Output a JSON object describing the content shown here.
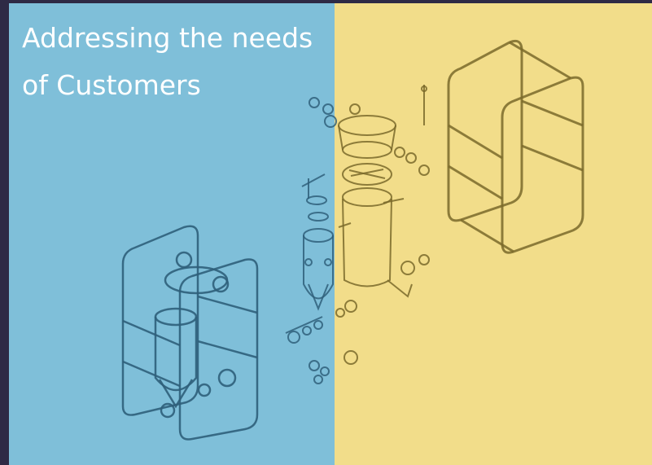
{
  "slide": {
    "title_line1": "Addressing the needs",
    "title_line2": "of Customers"
  },
  "colors": {
    "background": "#2e2a45",
    "left_panel": "#7fbfd9",
    "right_panel": "#f2dd8a",
    "line_blue": "#2f5f7a",
    "line_yellow": "#7a6a2a",
    "title_text": "#ffffff"
  },
  "illustration": {
    "subject": "exploded-view line drawing of filter vessel with frame"
  }
}
